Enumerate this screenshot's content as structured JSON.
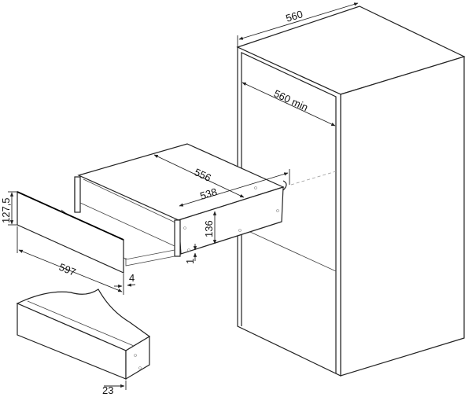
{
  "title": "Warming drawer installation dimensions (mm)",
  "dimensions": {
    "cabinet_width": "560",
    "niche_width": "560 min",
    "box_depth": "556",
    "box_depth_inner": "538",
    "box_height": "136",
    "gap": "1",
    "front_height": "127,5",
    "front_width": "597",
    "front_thickness": "4",
    "front_overhang": "23"
  }
}
